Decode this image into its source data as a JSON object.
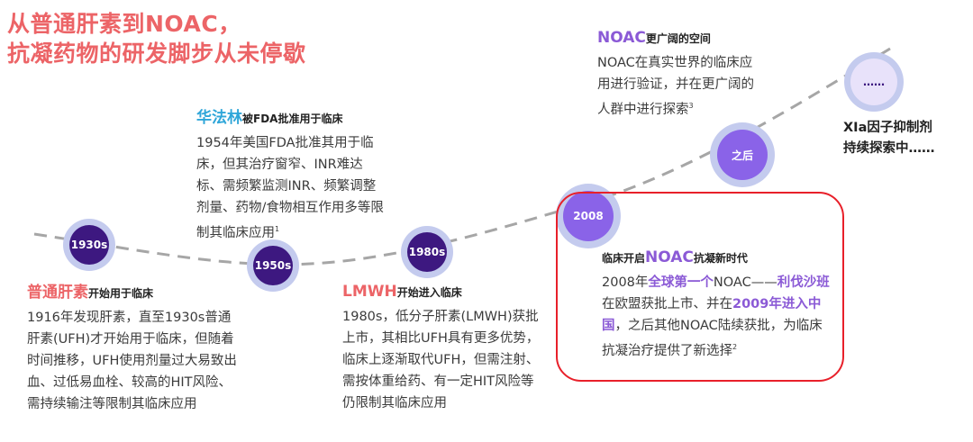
{
  "title": {
    "line1": "从普通肝素到NOAC，",
    "line2": "抗凝药物的研发脚步从未停歇"
  },
  "nodes": {
    "n1930": "1930s",
    "n1950": "1950s",
    "n1980": "1980s",
    "n2008": "2008",
    "after": "之后",
    "future": "……"
  },
  "ufh": {
    "name": "普通肝素",
    "suffix": "开始用于临床",
    "body": "1916年发现肝素，直至1930s普通肝素(UFH)才开始用于临床，但随着时间推移，UFH使用剂量过大易致出血、过低易血栓、较高的HIT风险、需持续输注等限制其临床应用"
  },
  "warfarin": {
    "name": "华法林",
    "suffix": "被FDA批准用于临床",
    "body": "1954年美国FDA批准其用于临床，但其治疗窗窄、INR难达标、需频繁监测INR、频繁调整剂量、药物/食物相互作用多等限制其临床应用",
    "sup": "1"
  },
  "lmwh": {
    "name": "LMWH",
    "suffix": "开始进入临床",
    "body": "1980s，低分子肝素(LMWH)获批上市，其相比UFH具有更多优势，临床上逐渐取代UFH，但需注射、需按体重给药、有一定HIT风险等仍限制其临床应用"
  },
  "noac2008": {
    "prefix": "临床开启",
    "name": "NOAC",
    "suffix": "抗凝新时代",
    "body_a": "2008年",
    "hl_a": "全球第一个",
    "body_b": "NOAC——",
    "hl_b": "利伐沙班",
    "body_c": "在欧盟获批上市、并在",
    "hl_c": "2009年进入中国",
    "body_d": "，之后其他NOAC陆续获批，为临床抗凝治疗提供了新选择",
    "sup": "2"
  },
  "noacAfter": {
    "name": "NOAC",
    "suffix": "更广阔的空间",
    "body": "NOAC在真实世界的临床应用进行验证，并在更广阔的人群中进行探索",
    "sup": "3"
  },
  "xia": {
    "line1": "XIa因子抑制剂",
    "line2": "持续探索中……"
  },
  "colors": {
    "title": "#ec6467",
    "accent_red": "#ec6467",
    "accent_blue": "#2fa6d9",
    "accent_purple": "#8b5ad6",
    "dark_node": "#3d1880",
    "light_node": "#8a63e8",
    "ring": "#c4cbee",
    "highlight_box": "#e8202a",
    "curve": "#a6a6a6"
  }
}
